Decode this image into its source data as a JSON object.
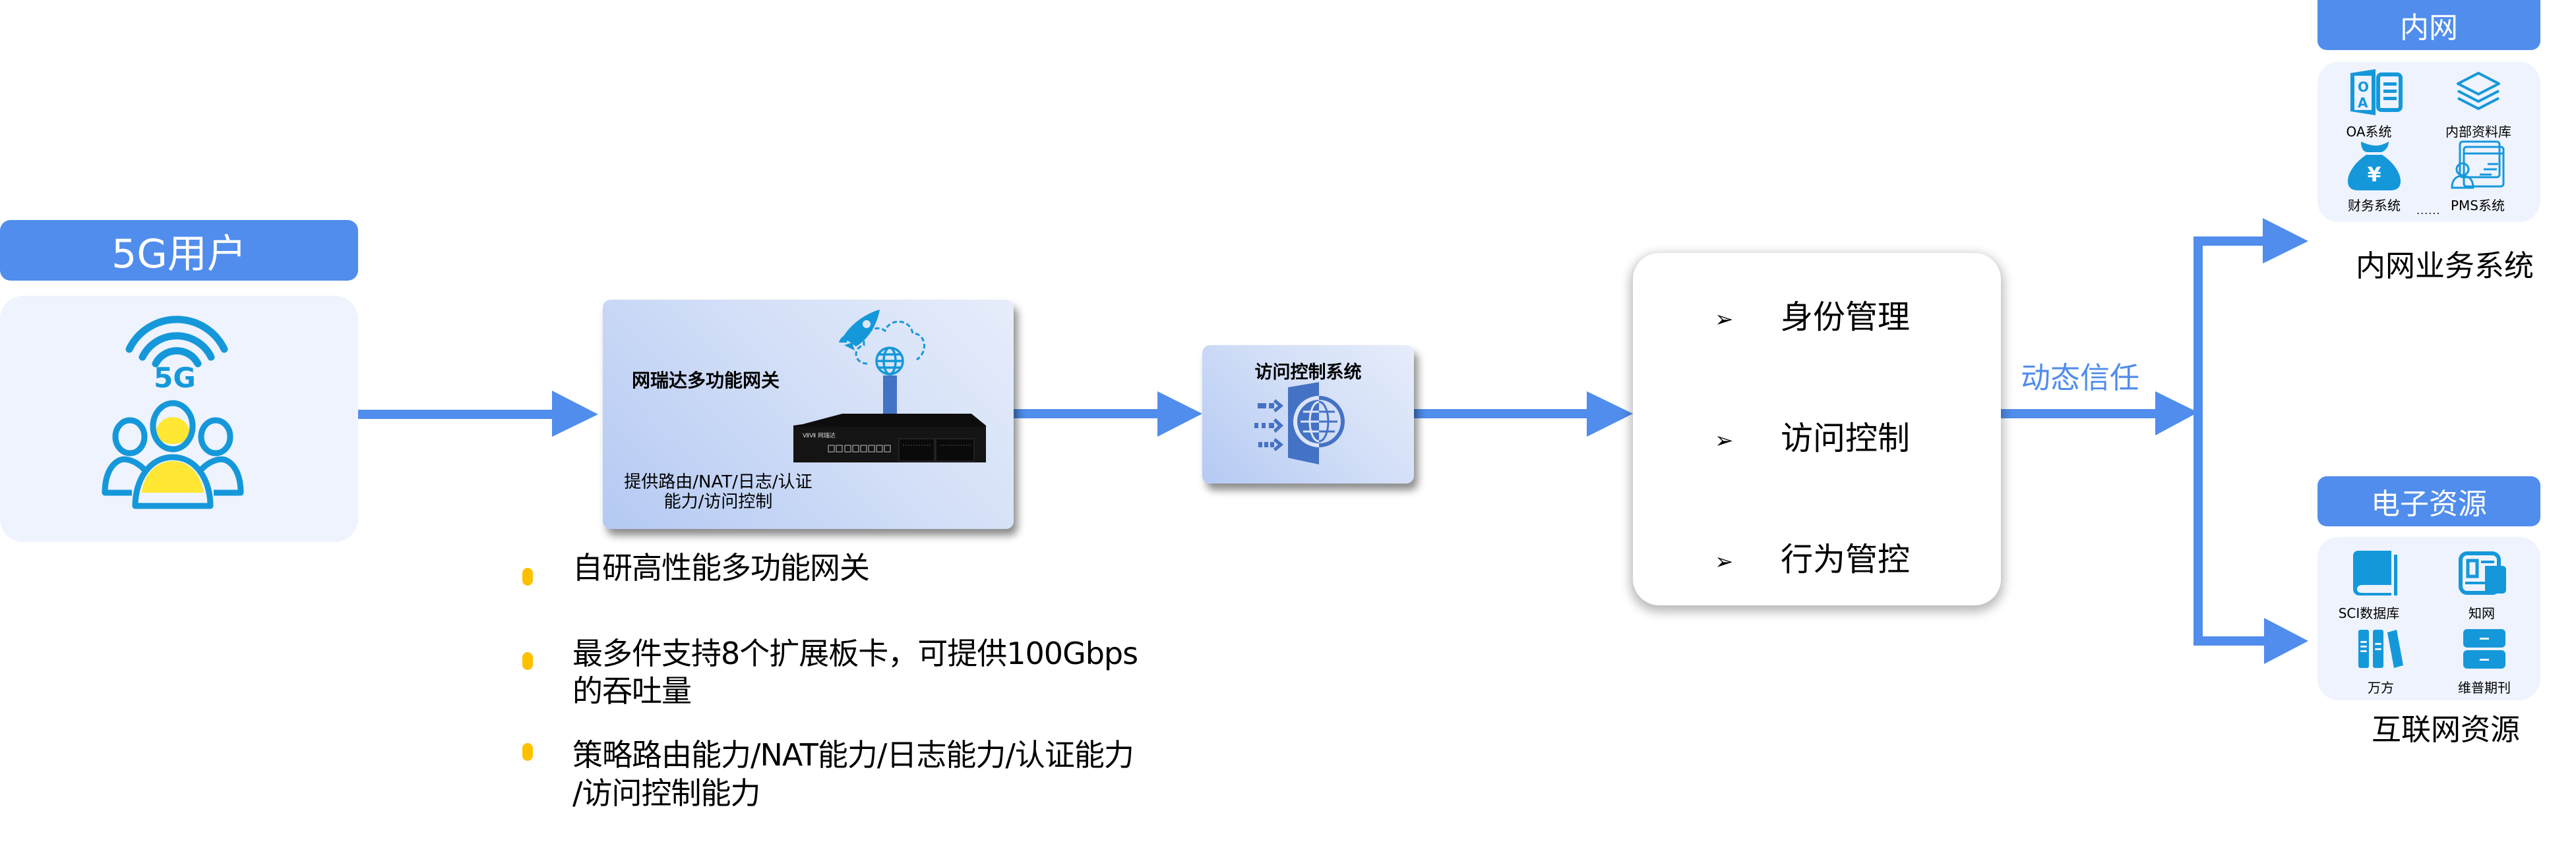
{
  "colors": {
    "accent_blue": "#508DEC",
    "icon_blue": "#1598DA",
    "panel_bg": "#EEF3FD",
    "bullet_yellow": "#FFC000",
    "user_yellow": "#FFE733"
  },
  "users": {
    "header": "5G用户",
    "badge_text": "5G",
    "icons": [
      "wifi-signal-icon",
      "user-group-icon"
    ]
  },
  "gateway": {
    "title": "网瑞达多功能网关",
    "desc_line1": "提供路由/NAT/日志/认证",
    "desc_line2": "能力/访问控制",
    "device_brand": "网瑞达",
    "icons": [
      "rocket-icon",
      "cloud-icon",
      "globe-icon",
      "gateway-device-icon"
    ]
  },
  "features": [
    {
      "lines": [
        "自研高性能多功能网关"
      ]
    },
    {
      "lines": [
        "最多件支持8个扩展板卡，可提供100Gbps",
        "的吞吐量"
      ]
    },
    {
      "lines": [
        "策略路由能力/NAT能力/日志能力/认证能力",
        "/访问控制能力"
      ]
    }
  ],
  "access_control": {
    "title": "访问控制系统",
    "icon": "firewall-globe-icon"
  },
  "zero_trust": {
    "bullet_glyph": "➢",
    "items": [
      "身份管理",
      "访问控制",
      "行为管控"
    ]
  },
  "flow_label": "动态信任",
  "intranet": {
    "header": "内网",
    "items": [
      {
        "label": "OA系统",
        "icon": "oa-document-icon"
      },
      {
        "label": "内部资料库",
        "icon": "layers-icon"
      },
      {
        "label": "财务系统",
        "icon": "money-bag-icon"
      },
      {
        "label": "PMS系统",
        "icon": "pms-user-window-icon"
      }
    ],
    "more": "......",
    "caption": "内网业务系统"
  },
  "eresources": {
    "header": "电子资源",
    "items": [
      {
        "label": "SCI数据库",
        "icon": "book-icon"
      },
      {
        "label": "知网",
        "icon": "cnki-document-icon"
      },
      {
        "label": "万方",
        "icon": "bookshelf-icon"
      },
      {
        "label": "维普期刊",
        "icon": "cabinet-icon"
      }
    ],
    "caption": "互联网资源"
  }
}
